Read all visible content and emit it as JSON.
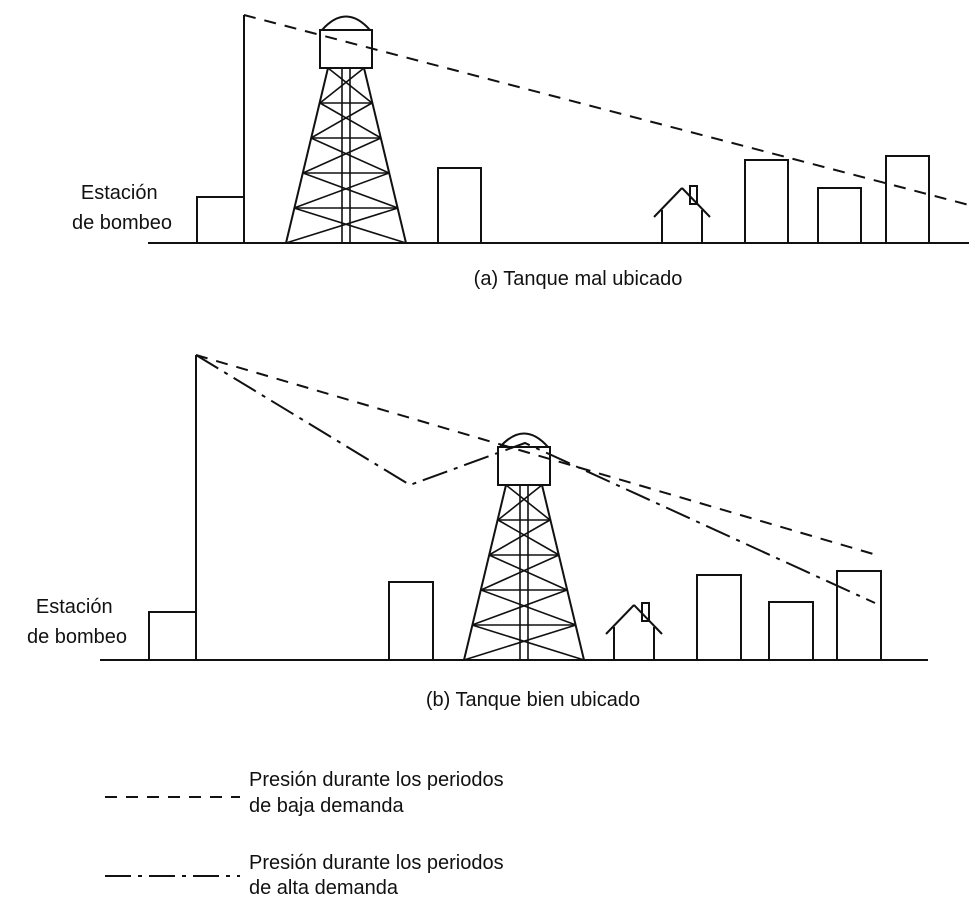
{
  "panel_a": {
    "station_label_line1": "Estación",
    "station_label_line2": "de bombeo",
    "caption": "(a) Tanque mal ubicado"
  },
  "panel_b": {
    "station_label_line1": "Estación",
    "station_label_line2": "de bombeo",
    "caption": "(b) Tanque bien ubicado"
  },
  "legend": {
    "low_demand_line1": "Presión durante los periodos",
    "low_demand_line2": "de baja demanda",
    "high_demand_line1": "Presión durante los periodos",
    "high_demand_line2": "de alta demanda"
  }
}
